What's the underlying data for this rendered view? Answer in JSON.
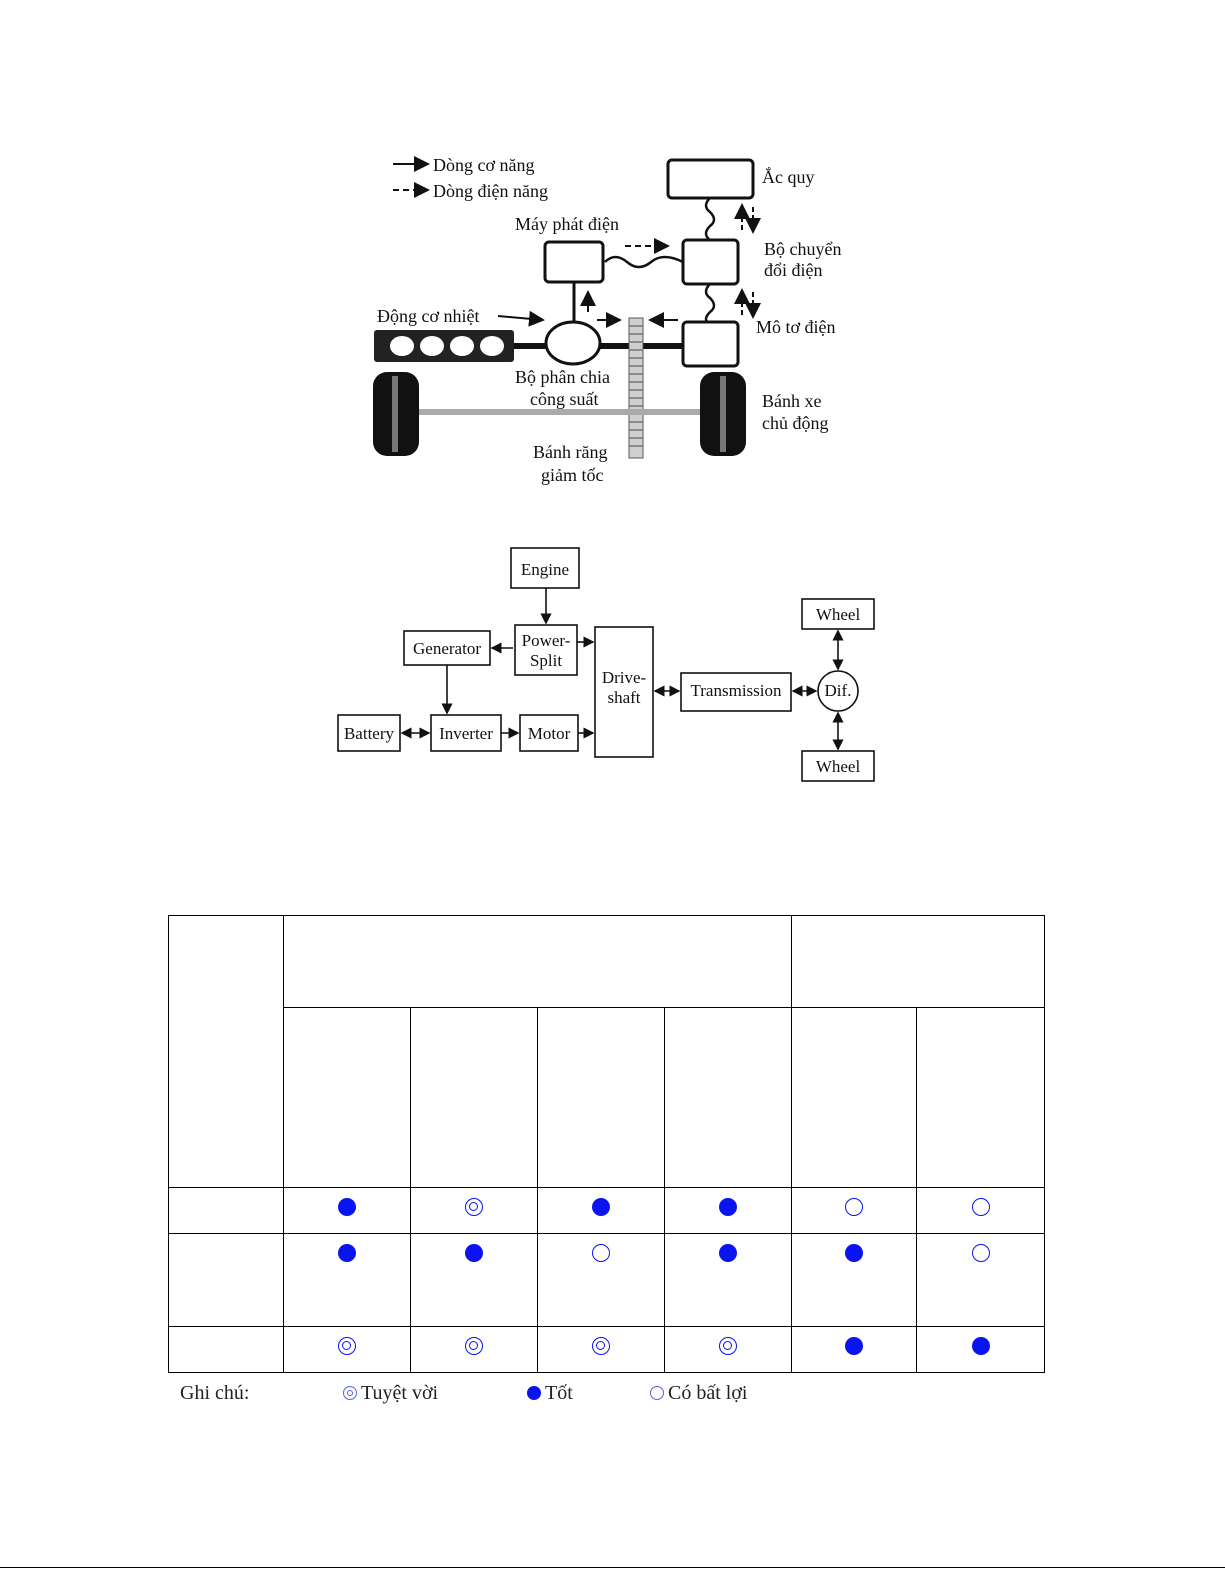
{
  "figure1": {
    "legend_mech": "Dòng cơ năng",
    "legend_elec": "Dòng điện năng",
    "battery": "Ắc quy",
    "converter_l1": "Bộ chuyển",
    "converter_l2": "đổi điện",
    "generator": "Máy phát điện",
    "engine": "Động cơ nhiệt",
    "motor": "Mô tơ điện",
    "splitter_l1": "Bộ phân chia",
    "splitter_l2": "công suất",
    "wheel_l1": "Bánh xe",
    "wheel_l2": "chủ động",
    "gear_l1": "Bánh răng",
    "gear_l2": "giảm tốc"
  },
  "figure2": {
    "engine": "Engine",
    "power_split_l1": "Power-",
    "power_split_l2": "Split",
    "generator": "Generator",
    "driveshaft_l1": "Drive-",
    "driveshaft_l2": "shaft",
    "transmission": "Transmission",
    "dif": "Dif.",
    "wheel_top": "Wheel",
    "wheel_bottom": "Wheel",
    "battery": "Battery",
    "inverter": "Inverter",
    "motor": "Motor"
  },
  "table": {
    "rows": [
      [
        "good",
        "excellent",
        "good",
        "good",
        "bad",
        "bad"
      ],
      [
        "good",
        "good",
        "bad",
        "good",
        "good",
        "bad"
      ],
      [
        "excellent",
        "excellent",
        "excellent",
        "excellent",
        "good",
        "good"
      ]
    ]
  },
  "legend": {
    "title": "Ghi chú:",
    "excellent": "Tuyệt vời",
    "good": "Tốt",
    "bad": "Có bất lợi"
  },
  "colors": {
    "mark": "#0a14f0"
  }
}
